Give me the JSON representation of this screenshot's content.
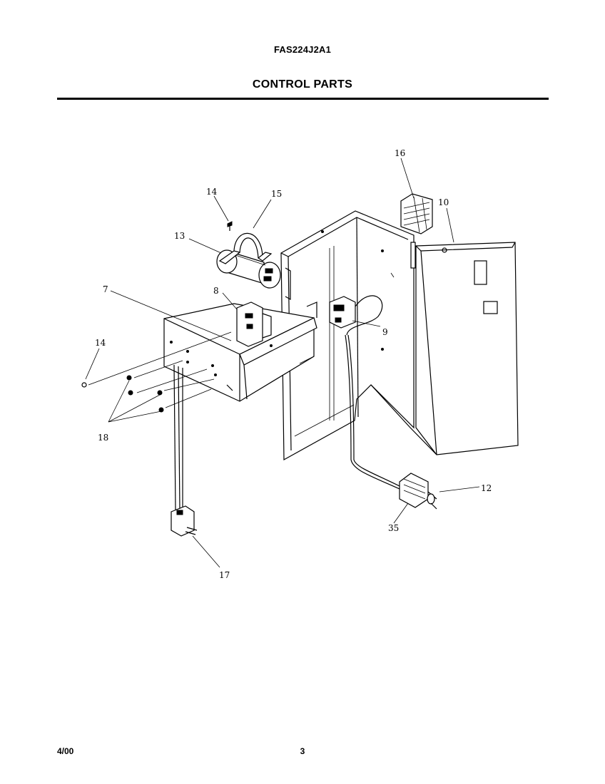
{
  "header": {
    "model_number": "FAS224J2A1",
    "section_title": "CONTROL PARTS"
  },
  "footer": {
    "date": "4/00",
    "page_number": "3"
  },
  "callouts": {
    "c16": "16",
    "c10": "10",
    "c14_top": "14",
    "c15": "15",
    "c13": "13",
    "c7": "7",
    "c8": "8",
    "c9": "9",
    "c14_left": "14",
    "c18": "18",
    "c12": "12",
    "c35": "35",
    "c17": "17"
  }
}
